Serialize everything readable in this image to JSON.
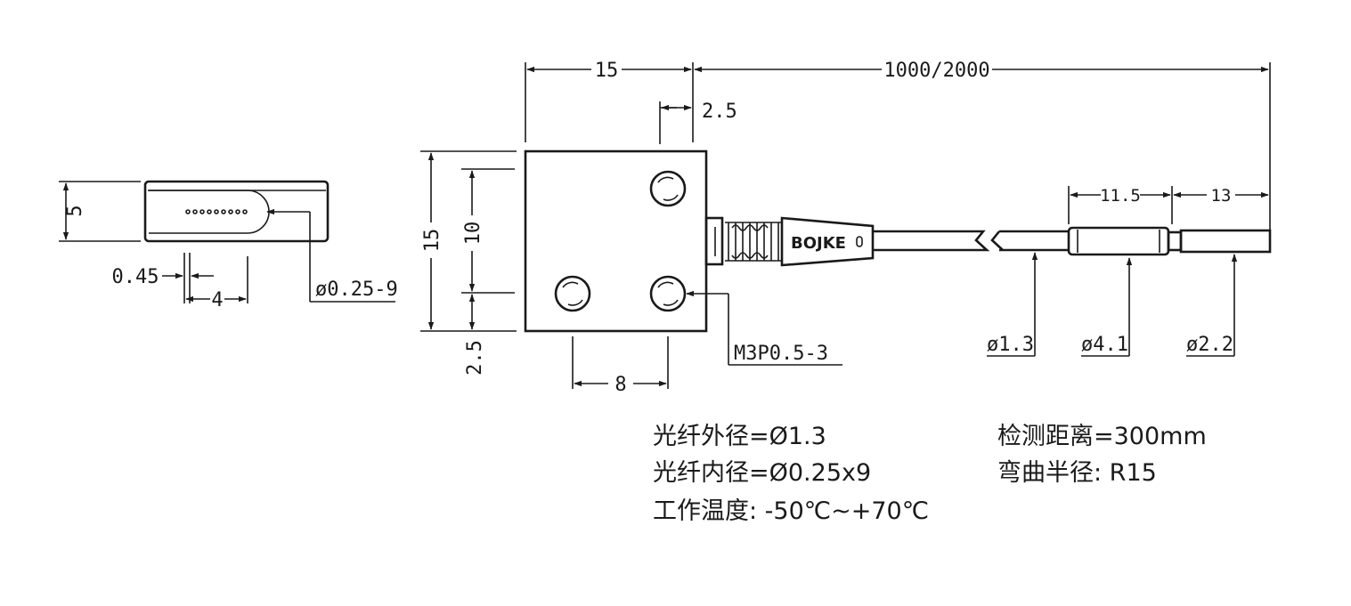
{
  "side_view": {
    "height_dim": "5",
    "gap_dim": "0.45",
    "length_dim": "4",
    "fiber_spec": "ø0.25-9"
  },
  "front_view": {
    "width_dim": "15",
    "cable_length_dim": "1000/2000",
    "hole_offset_dim": "2.5",
    "height_dim": "15",
    "hole_spacing_v_dim": "10",
    "bottom_offset_dim": "2.5",
    "hole_spacing_h_dim": "8",
    "thread_spec": "M3P0.5-3",
    "brand_label": "BOJKE"
  },
  "cable": {
    "sleeve_length_dim": "11.5",
    "tip_length_dim": "13",
    "cable_dia": "ø1.3",
    "sleeve_dia": "ø4.1",
    "tip_dia": "ø2.2"
  },
  "specs": {
    "outer_dia": "光纤外径=Ø1.3",
    "inner_dia": "光纤内径=Ø0.25x9",
    "temperature": "工作温度:  -50℃~+70℃",
    "distance": "检测距离=300mm",
    "bend_radius": "弯曲半径:  R15"
  }
}
